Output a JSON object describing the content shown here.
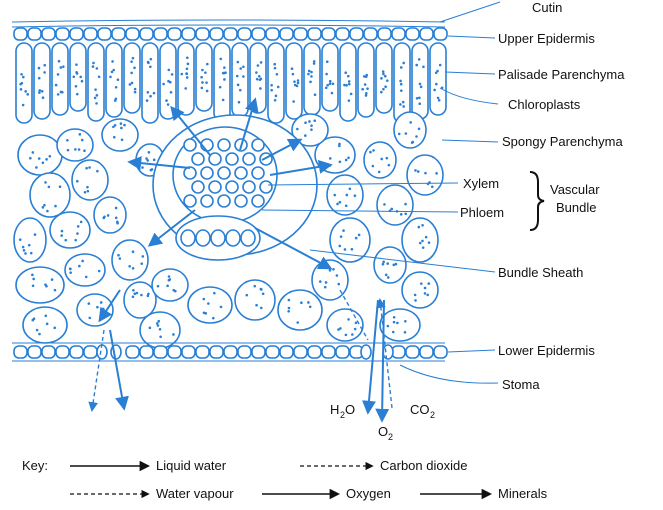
{
  "labels": {
    "cutin": "Cutin",
    "upper_epidermis": "Upper Epidermis",
    "palisade": "Palisade Parenchyma",
    "chloroplasts": "Chloroplasts",
    "spongy": "Spongy Parenchyma",
    "xylem": "Xylem",
    "phloem": "Phloem",
    "vascular_line1": "Vascular",
    "vascular_line2": "Bundle",
    "bundle_sheath": "Bundle Sheath",
    "lower_epidermis": "Lower Epidermis",
    "stoma": "Stoma"
  },
  "gases": {
    "h2o_main": "H",
    "h2o_sub": "2",
    "h2o_tail": "O",
    "o2_main": "O",
    "o2_sub": "2",
    "co2_main": "CO",
    "co2_sub": "2"
  },
  "key": {
    "title": "Key:",
    "liquid_water": "Liquid water",
    "carbon_dioxide": "Carbon dioxide",
    "water_vapour": "Water vapour",
    "oxygen": "Oxygen",
    "minerals": "Minerals"
  },
  "colors": {
    "tissue": "#2a7fd4",
    "text": "#111111"
  }
}
